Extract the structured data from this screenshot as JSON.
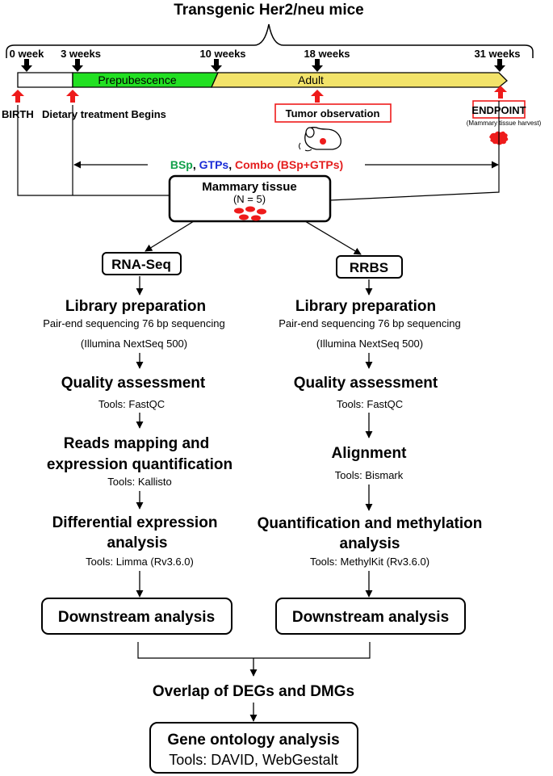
{
  "title": "Transgenic Her2/neu mice",
  "timeline": {
    "weeks": [
      "0 week",
      "3 weeks",
      "10 weeks",
      "18 weeks",
      "31 weeks"
    ],
    "phases": {
      "prepubescence": "Prepubescence",
      "adult": "Adult"
    },
    "birth": "BIRTH",
    "dietary": "Dietary treatment Begins",
    "tumor": "Tumor observation",
    "endpoint": "ENDPOINT",
    "endpoint_sub": "(Mammary tissue harvest)"
  },
  "treatment": {
    "bsp": "BSp",
    "sep1": ", ",
    "gtps": "GTPs",
    "sep2": ", ",
    "combo": "Combo (BSp+GTPs)"
  },
  "tissue": {
    "title": "Mammary tissue",
    "n": "(N = 5)"
  },
  "rnaseq": {
    "label": "RNA-Seq",
    "lib_title": "Library preparation",
    "lib_line1": "Pair-end sequencing 76 bp sequencing",
    "lib_line2": "(Illumina NextSeq 500)",
    "qa_title": "Quality assessment",
    "qa_tools": "Tools: FastQC",
    "map_title1": "Reads mapping and",
    "map_title2": "expression quantification",
    "map_tools": "Tools: Kallisto",
    "de_title1": "Differential expression",
    "de_title2": "analysis",
    "de_tools": "Tools: Limma (Rv3.6.0)",
    "downstream": "Downstream analysis"
  },
  "rrbs": {
    "label": "RRBS",
    "lib_title": "Library preparation",
    "lib_line1": "Pair-end sequencing 76 bp sequencing",
    "lib_line2": "(Illumina NextSeq 500)",
    "qa_title": "Quality assessment",
    "qa_tools": "Tools: FastQC",
    "align_title": "Alignment",
    "align_tools": "Tools: Bismark",
    "quant_title1": "Quantification and methylation",
    "quant_title2": "analysis",
    "quant_tools": "Tools: MethylKit (Rv3.6.0)",
    "downstream": "Downstream analysis"
  },
  "overlap": "Overlap of DEGs and DMGs",
  "go": {
    "title": "Gene ontology analysis",
    "tools": "Tools: DAVID, WebGestalt"
  },
  "colors": {
    "prepubescence": "#22e022",
    "adult": "#f2e36a",
    "red": "#ee1b1b",
    "green_text": "#12a04a",
    "blue_text": "#1a2cd6",
    "red_text": "#e41e1e"
  }
}
